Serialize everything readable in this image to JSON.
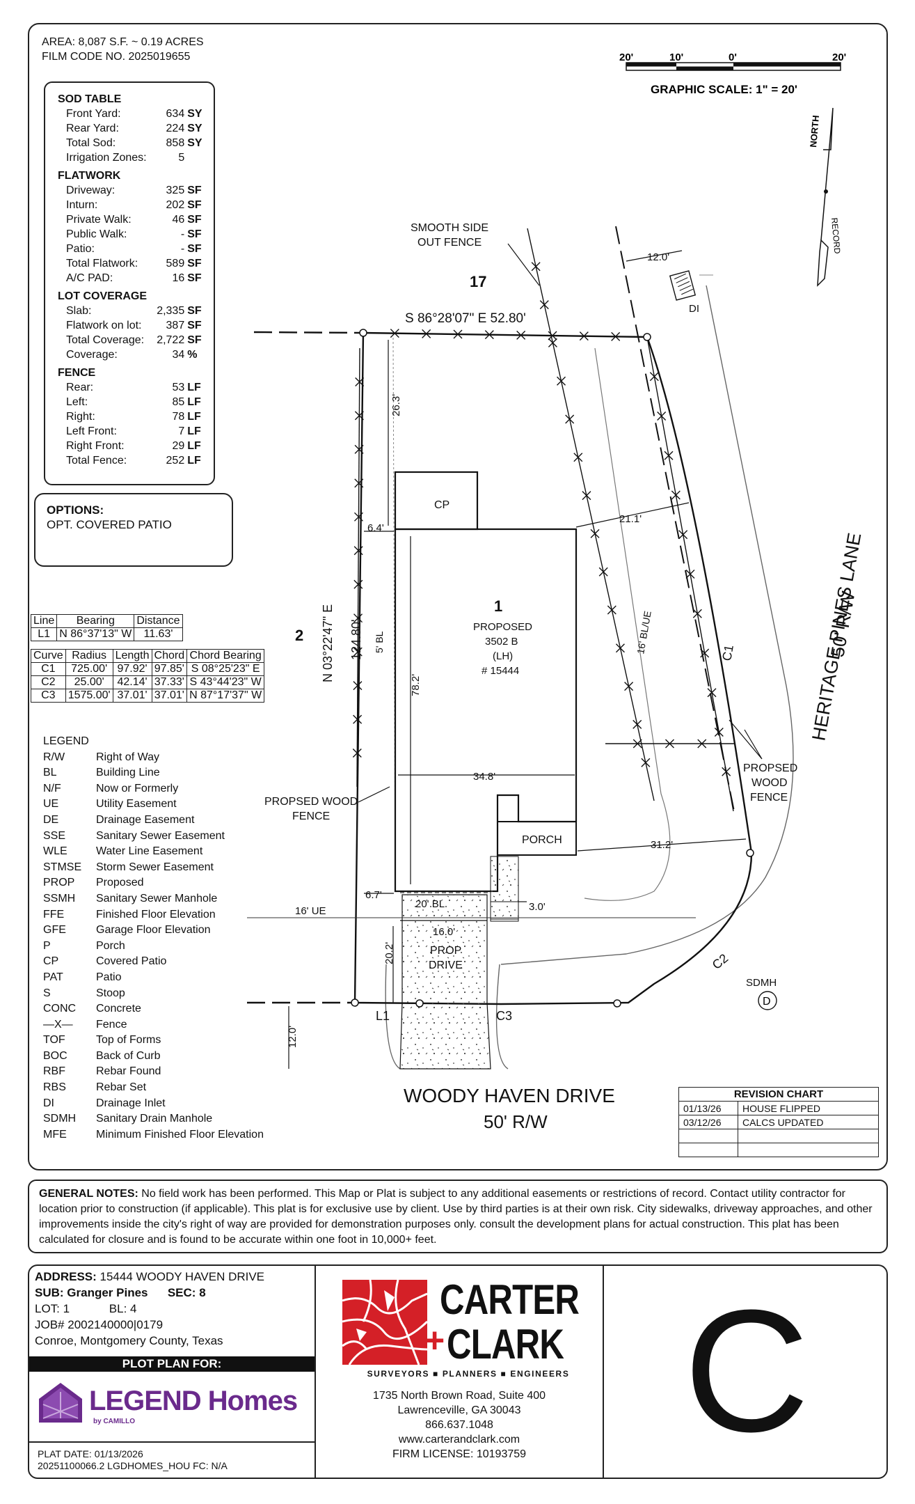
{
  "header": {
    "area": "AREA: 8,087 S.F. ~ 0.19 ACRES",
    "film_code": "FILM CODE NO. 2025019655"
  },
  "scale": {
    "labels": [
      "20'",
      "10'",
      "0'",
      "20'"
    ],
    "caption": "GRAPHIC SCALE: 1\" = 20'"
  },
  "north_arrow": {
    "north": "NORTH",
    "record": "RECORD"
  },
  "sod_table": {
    "sections": [
      {
        "title": "SOD TABLE",
        "rows": [
          {
            "label": "Front Yard:",
            "value": "634",
            "unit": "SY"
          },
          {
            "label": "Rear Yard:",
            "value": "224",
            "unit": "SY"
          },
          {
            "label": "Total Sod:",
            "value": "858",
            "unit": "SY"
          },
          {
            "label": "Irrigation Zones:",
            "value": "5",
            "unit": ""
          }
        ]
      },
      {
        "title": "FLATWORK",
        "rows": [
          {
            "label": "Driveway:",
            "value": "325",
            "unit": "SF"
          },
          {
            "label": "Inturn:",
            "value": "202",
            "unit": "SF"
          },
          {
            "label": "Private Walk:",
            "value": "46",
            "unit": "SF"
          },
          {
            "label": "Public Walk:",
            "value": "-",
            "unit": "SF"
          },
          {
            "label": "Patio:",
            "value": "-",
            "unit": "SF"
          },
          {
            "label": "Total Flatwork:",
            "value": "589",
            "unit": "SF"
          },
          {
            "label": "A/C PAD:",
            "value": "16",
            "unit": "SF"
          }
        ]
      },
      {
        "title": "LOT COVERAGE",
        "rows": [
          {
            "label": "Slab:",
            "value": "2,335",
            "unit": "SF"
          },
          {
            "label": "Flatwork on lot:",
            "value": "387",
            "unit": "SF"
          },
          {
            "label": "Total Coverage:",
            "value": "2,722",
            "unit": "SF"
          },
          {
            "label": "Coverage:",
            "value": "34",
            "unit": "%"
          }
        ]
      },
      {
        "title": "FENCE",
        "rows": [
          {
            "label": "Rear:",
            "value": "53",
            "unit": "LF"
          },
          {
            "label": "Left:",
            "value": "85",
            "unit": "LF"
          },
          {
            "label": "Right:",
            "value": "78",
            "unit": "LF"
          },
          {
            "label": "Left Front:",
            "value": "7",
            "unit": "LF"
          },
          {
            "label": "Right Front:",
            "value": "29",
            "unit": "LF"
          },
          {
            "label": "Total Fence:",
            "value": "252",
            "unit": "LF"
          }
        ]
      }
    ]
  },
  "options": {
    "title": "OPTIONS:",
    "item": "OPT. COVERED PATIO"
  },
  "line_table": {
    "headers": [
      "Line",
      "Bearing",
      "Distance"
    ],
    "rows": [
      [
        "L1",
        "N 86°37'13\" W",
        "11.63'"
      ]
    ]
  },
  "curve_table": {
    "headers": [
      "Curve",
      "Radius",
      "Length",
      "Chord",
      "Chord Bearing"
    ],
    "rows": [
      [
        "C1",
        "725.00'",
        "97.92'",
        "97.85'",
        "S 08°25'23\" E"
      ],
      [
        "C2",
        "25.00'",
        "42.14'",
        "37.33'",
        "S 43°44'23\" W"
      ],
      [
        "C3",
        "1575.00'",
        "37.01'",
        "37.01'",
        "N 87°17'37\" W"
      ]
    ]
  },
  "legend": {
    "title": "LEGEND",
    "items": [
      {
        "code": "R/W",
        "desc": "Right of Way"
      },
      {
        "code": "BL",
        "desc": "Building Line"
      },
      {
        "code": "N/F",
        "desc": "Now or Formerly"
      },
      {
        "code": "UE",
        "desc": "Utility Easement"
      },
      {
        "code": "DE",
        "desc": "Drainage Easement"
      },
      {
        "code": "SSE",
        "desc": "Sanitary Sewer Easement"
      },
      {
        "code": "WLE",
        "desc": "Water Line Easement"
      },
      {
        "code": "STMSE",
        "desc": "Storm Sewer Easement"
      },
      {
        "code": "PROP",
        "desc": "Proposed"
      },
      {
        "code": "SSMH",
        "desc": "Sanitary Sewer Manhole"
      },
      {
        "code": "FFE",
        "desc": "Finished Floor Elevation"
      },
      {
        "code": "GFE",
        "desc": "Garage Floor Elevation"
      },
      {
        "code": "P",
        "desc": "Porch"
      },
      {
        "code": "CP",
        "desc": "Covered Patio"
      },
      {
        "code": "PAT",
        "desc": "Patio"
      },
      {
        "code": "S",
        "desc": "Stoop"
      },
      {
        "code": "CONC",
        "desc": "Concrete"
      },
      {
        "code": "—X—",
        "desc": "Fence"
      },
      {
        "code": "TOF",
        "desc": "Top of Forms"
      },
      {
        "code": "BOC",
        "desc": "Back of Curb"
      },
      {
        "code": "RBF",
        "desc": "Rebar Found"
      },
      {
        "code": "RBS",
        "desc": "Rebar Set"
      },
      {
        "code": "DI",
        "desc": "Drainage Inlet"
      },
      {
        "code": "SDMH",
        "desc": "Sanitary Drain Manhole"
      },
      {
        "code": "MFE",
        "desc": "Minimum Finished Floor Elevation"
      }
    ]
  },
  "plat": {
    "lot_17": "17",
    "lot_2": "2",
    "lot_1": "1",
    "rear_bearing": "S 86°28'07\" E  52.80'",
    "left_bearing": "N 03°22'47\" E",
    "left_distance": "124.80'",
    "dim_26": "26.3'",
    "dim_64": "6.4'",
    "dim_211": "21.1'",
    "dim_782": "78.2'",
    "dim_348": "34.8'",
    "dim_312": "31.2'",
    "dim_67": "6.7'",
    "dim_20bl": "20' BL",
    "dim_30": "3.0'",
    "dim_160": "16.0'",
    "dim_202": "20.2'",
    "dim_120_top": "12.0'",
    "dim_120_bottom": "12.0'",
    "bl5": "5' BL",
    "bl16": "16' BL/UE",
    "ue16": "16' UE",
    "cp": "CP",
    "porch": "PORCH",
    "proposed": "PROPOSED",
    "plan": "3502 B",
    "lh": "(LH)",
    "plan_no": "# 15444",
    "prop": "PROP",
    "drive": "DRIVE",
    "smooth_fence_1": "SMOOTH SIDE",
    "smooth_fence_2": "OUT FENCE",
    "fence_left_1": "PROPSED WOOD",
    "fence_left_2": "FENCE",
    "fence_right_1": "PROPSED",
    "fence_right_2": "WOOD",
    "fence_right_3": "FENCE",
    "di": "DI",
    "sdmh": "SDMH",
    "sdmh_symbol": "D",
    "c1": "C1",
    "c2": "C2",
    "c3": "C3",
    "l1": "L1",
    "street_right": "HERITAGE PINES LANE",
    "street_right_rw": "50' R/W",
    "street_bottom": "WOODY HAVEN DRIVE",
    "street_bottom_rw": "50' R/W"
  },
  "revision_chart": {
    "title": "REVISION CHART",
    "rows": [
      [
        "01/13/26",
        "HOUSE FLIPPED"
      ],
      [
        "03/12/26",
        "CALCS UPDATED"
      ],
      [
        "",
        ""
      ],
      [
        "",
        ""
      ]
    ]
  },
  "general_notes": {
    "label": "GENERAL NOTES:",
    "text": " No field work has been performed. This Map or Plat is subject to any additional easements or restrictions of record. Contact utility contractor for location prior to construction (if applicable). This plat is for exclusive use by client. Use by third parties is at their own risk. City sidewalks, driveway approaches, and other improvements inside the city's right of way are provided for demonstration purposes only. consult the development plans for actual construction. This plat has been calculated for closure and is found to be accurate within one foot in 10,000+ feet."
  },
  "title_block": {
    "address_label": "ADDRESS:",
    "address": " 15444 WOODY HAVEN DRIVE",
    "sub_label": "SUB:",
    "sub": " Granger Pines",
    "sec_label": "SEC:",
    "sec": " 8",
    "lot_label": "LOT:",
    "lot": " 1",
    "block_label": "BL:",
    "block": " 4",
    "job": "JOB# 2002140000|0179",
    "location": "Conroe, Montgomery County,  Texas",
    "plot_plan_for": "PLOT PLAN FOR:",
    "builder_name": "LEGEND Homes",
    "builder_sub": "by CAMILLO",
    "plat_date": "PLAT DATE:  01/13/2026",
    "plat_code": "20251100066.2  LGDHOMES_HOU  FC: N/A",
    "firm_line1": "CARTER",
    "firm_plus": "+",
    "firm_line2": "CLARK",
    "firm_tagline": "SURVEYORS ■ PLANNERS ■ ENGINEERS",
    "firm_address1": "1735 North Brown Road, Suite 400",
    "firm_address2": "Lawrenceville, GA 30043",
    "firm_phone": "866.637.1048",
    "firm_web": "www.carterandclark.com",
    "firm_license": "FIRM LICENSE: 10193759",
    "sheet_letter": "C"
  },
  "colors": {
    "brand_red": "#d42027",
    "builder_purple": "#6a2a8c"
  }
}
